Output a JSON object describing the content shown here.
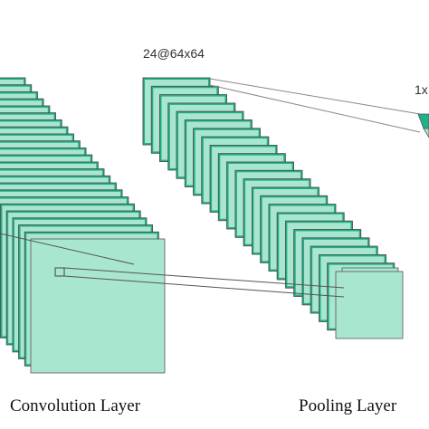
{
  "labels": {
    "pooling_dims": "24@64x64",
    "cut_off_label": "1x",
    "convolution_layer": "Convolution Layer",
    "pooling_layer": "Pooling Layer"
  },
  "colors": {
    "dark_green": "#1db28a",
    "light_green": "#a8e6cf",
    "edge": "#555555",
    "projection_line": "#888888"
  },
  "counts": {
    "convolution_maps": 24,
    "pooling_maps": 24
  }
}
